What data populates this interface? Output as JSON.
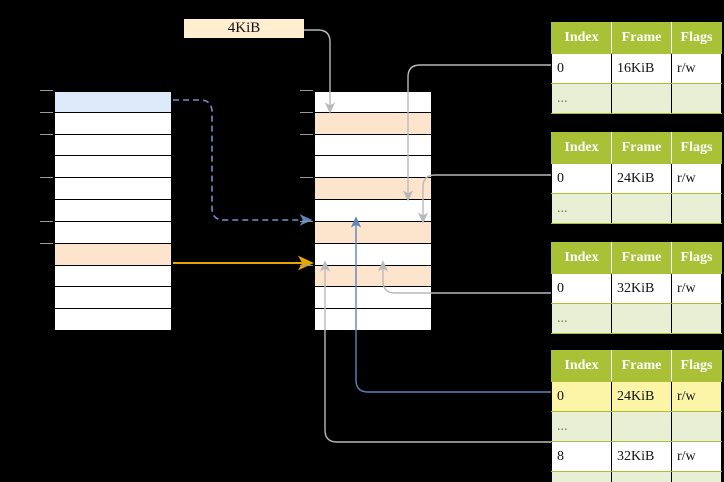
{
  "diagram": {
    "title": "",
    "label_box": {
      "text": "4KiB"
    },
    "colors": {
      "header_green": "#a8c137",
      "alt_row": "#e9efd5",
      "highlight_yellow": "#fcf5a8",
      "peach": "#fde4cd",
      "blue_cell": "#dce9f9",
      "orange_arrow": "#e8a400",
      "blue_arrow": "#5b84bd",
      "gray_arrow": "#b3b3b3"
    },
    "left_column": {
      "name": "virtual-address-space",
      "rows": [
        {
          "fill": "blue"
        },
        {
          "fill": "white"
        },
        {
          "fill": "white"
        },
        {
          "fill": "white"
        },
        {
          "fill": "white"
        },
        {
          "fill": "white"
        },
        {
          "fill": "white"
        },
        {
          "fill": "peach"
        },
        {
          "fill": "white"
        },
        {
          "fill": "white"
        },
        {
          "fill": "white"
        }
      ]
    },
    "middle_column": {
      "name": "physical-memory",
      "rows": [
        {
          "fill": "white"
        },
        {
          "fill": "peach"
        },
        {
          "fill": "white"
        },
        {
          "fill": "white"
        },
        {
          "fill": "peach"
        },
        {
          "fill": "white"
        },
        {
          "fill": "peach"
        },
        {
          "fill": "white"
        },
        {
          "fill": "peach"
        },
        {
          "fill": "white"
        },
        {
          "fill": "white"
        }
      ]
    },
    "tables": [
      {
        "name": "page-table-1",
        "headers": [
          "Index",
          "Frame",
          "Flags"
        ],
        "rows": [
          {
            "cells": [
              "0",
              "16KiB",
              "r/w"
            ],
            "alt": false,
            "highlight": [
              false,
              false,
              false
            ]
          },
          {
            "cells": [
              "...",
              "",
              ""
            ],
            "alt": true,
            "highlight": [
              false,
              false,
              false
            ]
          }
        ]
      },
      {
        "name": "page-table-2",
        "headers": [
          "Index",
          "Frame",
          "Flags"
        ],
        "rows": [
          {
            "cells": [
              "0",
              "24KiB",
              "r/w"
            ],
            "alt": false,
            "highlight": [
              false,
              false,
              false
            ]
          },
          {
            "cells": [
              "...",
              "",
              ""
            ],
            "alt": true,
            "highlight": [
              false,
              false,
              false
            ]
          }
        ]
      },
      {
        "name": "page-table-3",
        "headers": [
          "Index",
          "Frame",
          "Flags"
        ],
        "rows": [
          {
            "cells": [
              "0",
              "32KiB",
              "r/w"
            ],
            "alt": false,
            "highlight": [
              false,
              false,
              false
            ]
          },
          {
            "cells": [
              "...",
              "",
              ""
            ],
            "alt": true,
            "highlight": [
              false,
              false,
              false
            ]
          }
        ]
      },
      {
        "name": "page-table-4",
        "headers": [
          "Index",
          "Frame",
          "Flags"
        ],
        "rows": [
          {
            "cells": [
              "0",
              "24KiB",
              "r/w"
            ],
            "alt": false,
            "highlight": [
              true,
              true,
              true
            ]
          },
          {
            "cells": [
              "...",
              "",
              ""
            ],
            "alt": true,
            "highlight": [
              false,
              false,
              false
            ]
          },
          {
            "cells": [
              "8",
              "32KiB",
              "r/w"
            ],
            "alt": false,
            "highlight": [
              false,
              false,
              false
            ]
          },
          {
            "cells": [
              "...",
              "",
              ""
            ],
            "alt": true,
            "highlight": [
              false,
              false,
              false
            ]
          }
        ]
      }
    ]
  }
}
